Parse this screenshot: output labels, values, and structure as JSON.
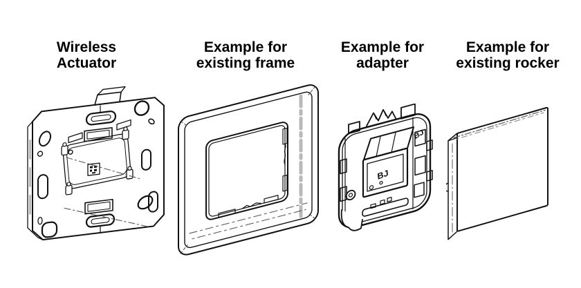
{
  "page": {
    "background": "#ffffff",
    "line_color": "#111111",
    "gray_accent": "#b9b9b9"
  },
  "figures": [
    {
      "id": "wireless-actuator",
      "label": "Wireless\nActuator"
    },
    {
      "id": "existing-frame",
      "label": "Example for\nexisting frame"
    },
    {
      "id": "adapter",
      "label": "Example for\nadapter",
      "brand_marks": [
        "BJ",
        "BJ"
      ]
    },
    {
      "id": "existing-rocker",
      "label": "Example for\nexisting rocker"
    }
  ]
}
